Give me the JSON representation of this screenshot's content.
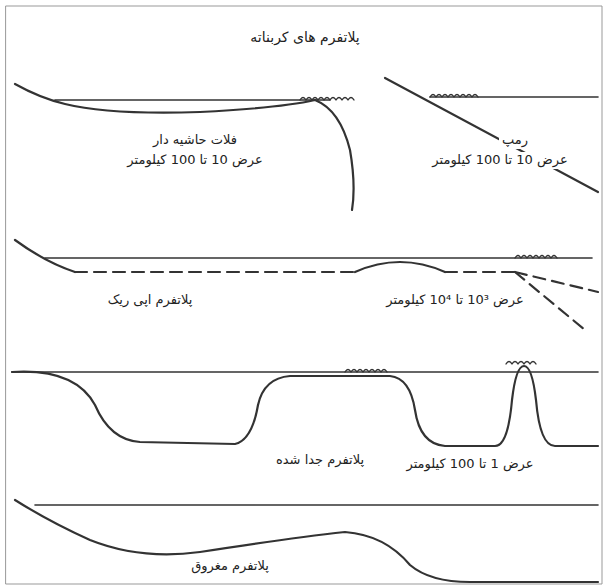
{
  "diagram": {
    "title": "پلاتفرم های کربناته",
    "labels": [
      "فلات حاشیه دار",
      "عرض 10 تا 100 کیلومتر",
      "رمپ",
      "عرض 10 تا 100 کیلومتر",
      "پلاتفرم اپی ریک",
      "عرض 10³ تا 10⁴ کیلومتر",
      "پلاتفرم جدا شده",
      "عرض 1 تا 100 کیلومتر",
      "پلاتفرم مغروق"
    ]
  }
}
